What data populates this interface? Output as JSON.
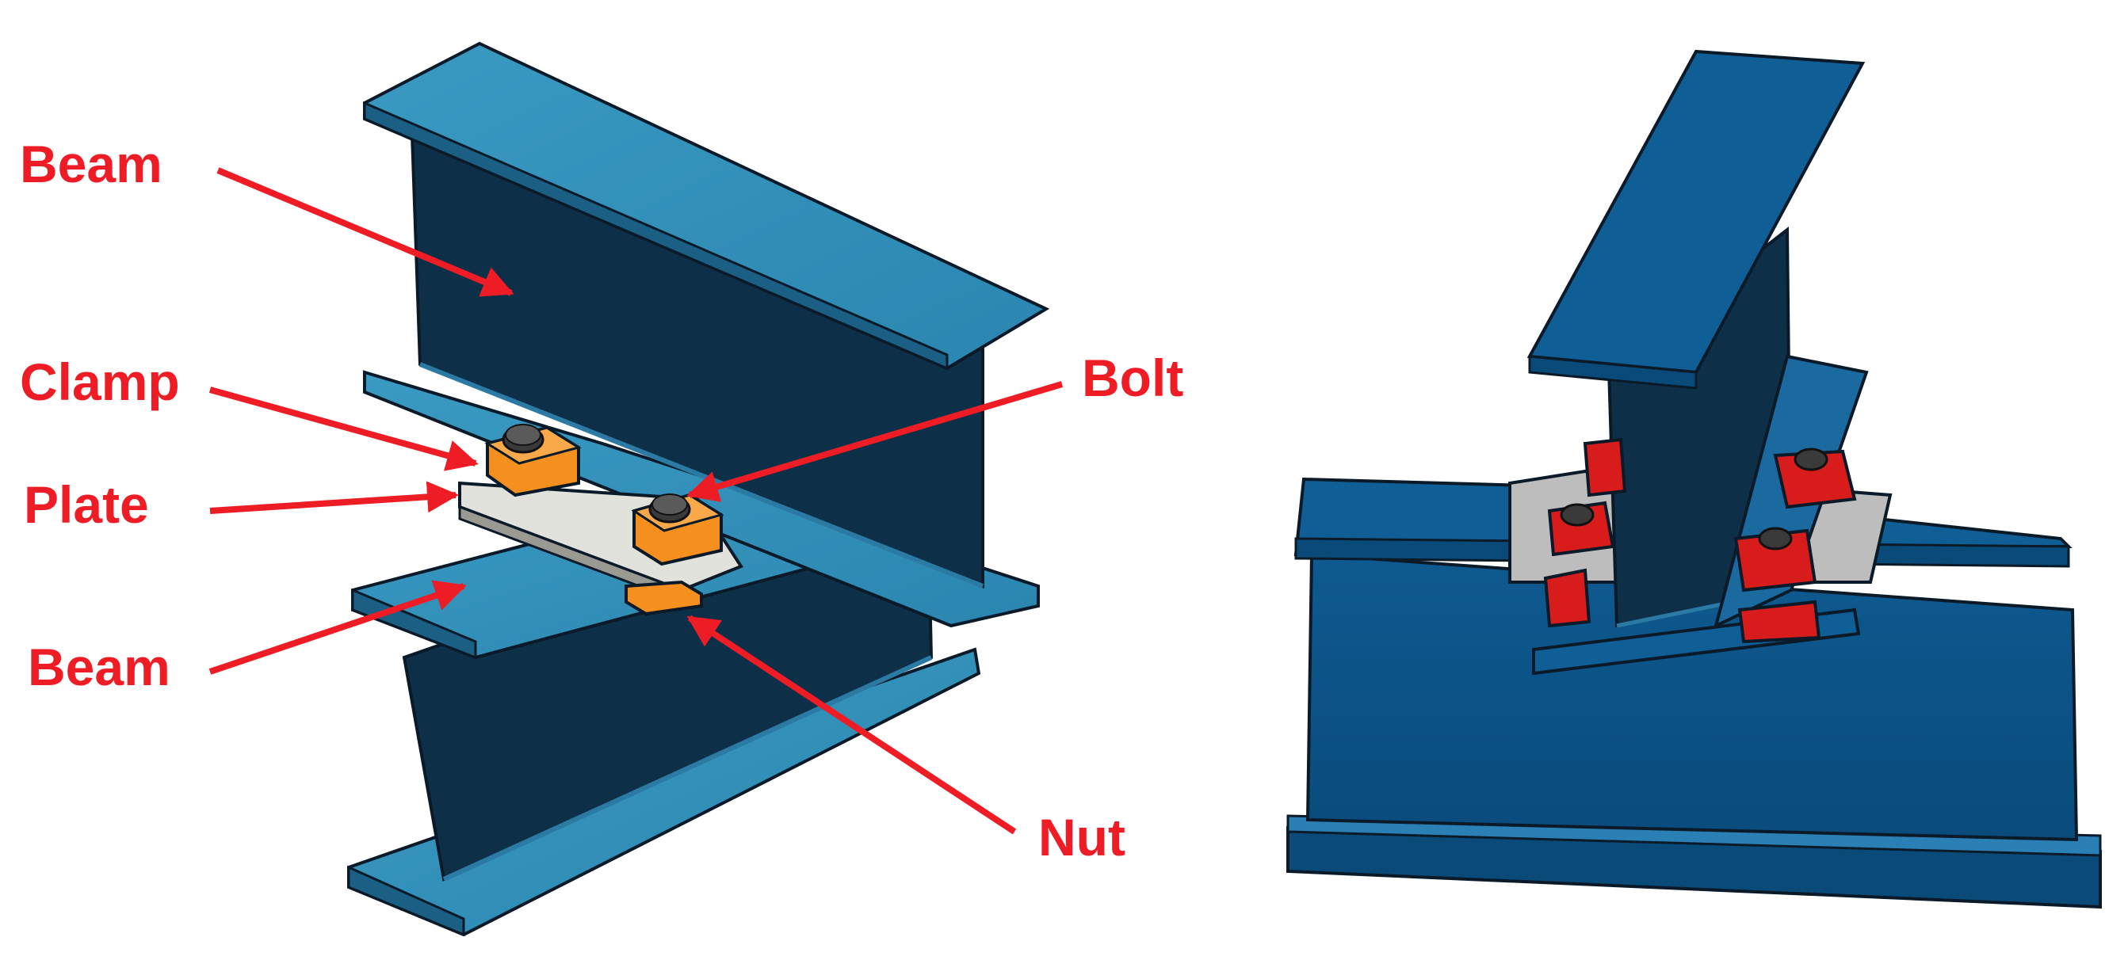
{
  "labels": {
    "beam_top": "Beam",
    "clamp": "Clamp",
    "plate": "Plate",
    "beam_bottom": "Beam",
    "bolt": "Bolt",
    "nut": "Nut"
  },
  "colors": {
    "annotation": "#ee1c24",
    "beam_flange": "#2f8fb8",
    "beam_flange_light": "#46a2c8",
    "beam_web": "#0d2f48",
    "beam_outline": "#0a1a28",
    "beam_blue_right": "#0f5f96",
    "beam_blue_right_dark": "#0a4a78",
    "clamp_left": "#f5901e",
    "clamp_right": "#d81c1c",
    "plate": "#e2e2dc",
    "plate_right": "#bdbdbd",
    "bolt": "#3a3a3a"
  },
  "icons": {
    "arrow": "arrow-icon"
  }
}
